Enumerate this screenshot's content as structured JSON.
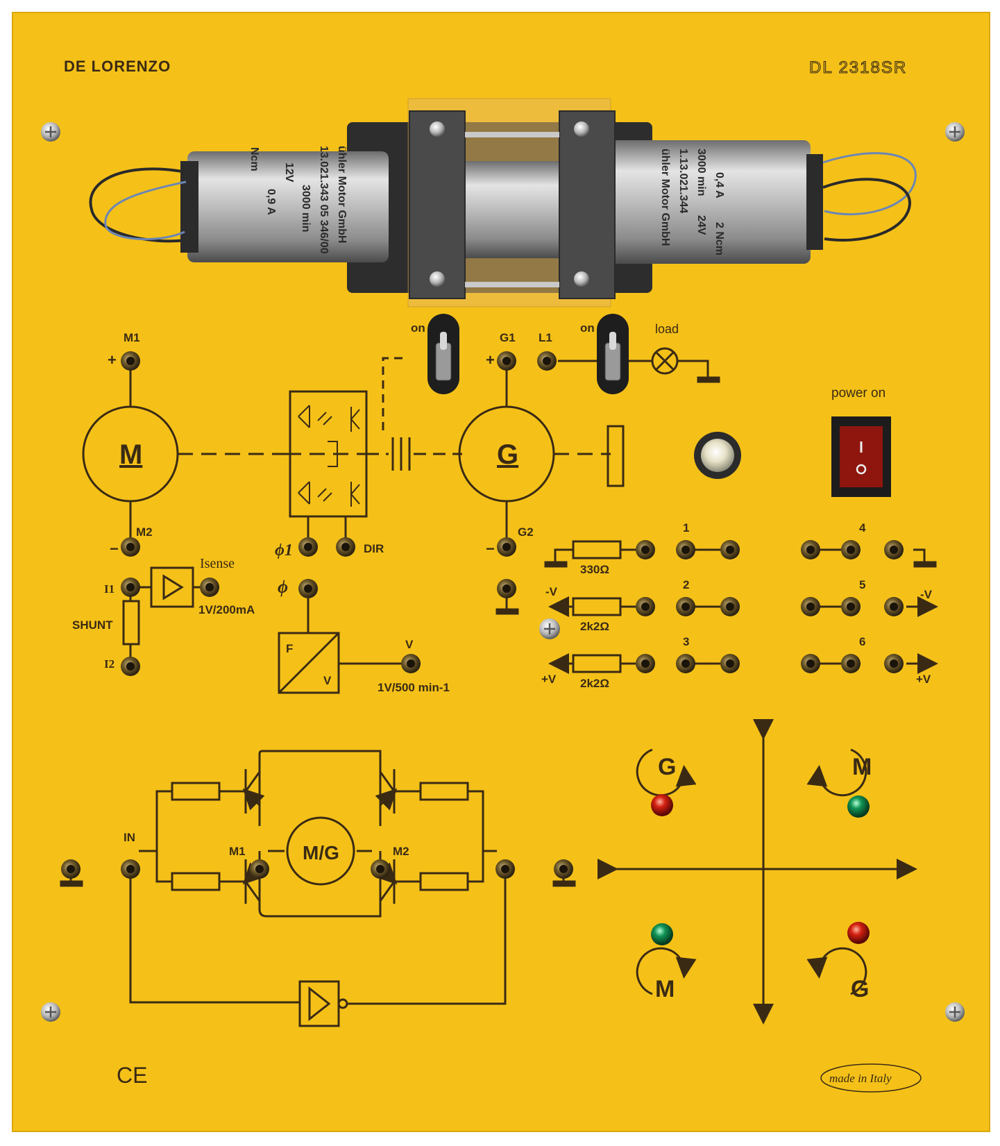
{
  "brand": {
    "maker": "DE LORENZO",
    "model": "DL 2318SR"
  },
  "motors": {
    "left_label_lines": [
      "ühler Motor GmbH",
      "13.021.343 05   346/00",
      "3000 min",
      "12V",
      "0,9 A",
      "Ncm"
    ],
    "right_label_lines": [
      "ühler Motor GmbH",
      "1.13.021.344",
      "3000 min",
      "0,4 A",
      "24V",
      "2 Ncm"
    ]
  },
  "labels": {
    "m1": "M1",
    "m2": "M2",
    "g1": "G1",
    "g2": "G2",
    "l1": "L1",
    "on_left": "on",
    "on_right": "on",
    "load": "load",
    "power_on": "power on",
    "motor_symbol": "M",
    "gen_symbol": "G",
    "phi1": "ϕ1",
    "dir": "DIR",
    "phi": "ϕ",
    "i1": "I1",
    "i2": "I2",
    "shunt": "SHUNT",
    "isense": "Isense",
    "isense_scale": "1V/200mA",
    "fv_f": "F",
    "fv_v": "V",
    "v_out": "V",
    "fv_scale": "1V/500 min-1",
    "r1": "330Ω",
    "r2": "2k2Ω",
    "r3": "2k2Ω",
    "minus_v_left": "-V",
    "plus_v_left": "+V",
    "minus_v_right": "-V",
    "plus_v_right": "+V",
    "n1": "1",
    "n2": "2",
    "n3": "3",
    "n4": "4",
    "n5": "5",
    "n6": "6",
    "plus_m1": "+",
    "minus_m2": "−",
    "plus_g1": "+",
    "minus_g2": "−",
    "in": "IN",
    "bridge_m1": "M1",
    "bridge_m2": "M2",
    "mg": "M/G",
    "q_g_tl": "G",
    "q_m_tr": "M",
    "q_m_bl": "M",
    "q_g_br": "G",
    "ce": "CE",
    "made_in": "made in Italy"
  },
  "colors": {
    "panel": "#f5c118",
    "ink": "#3a2a14",
    "led_red": "#c0140c",
    "led_green": "#0f8a4a",
    "switch_red": "#b11a10"
  },
  "icons": [
    "screw-icon",
    "banana-socket-icon",
    "toggle-switch-icon",
    "lamp-icon",
    "led-icon",
    "rocker-switch-icon",
    "ground-icon",
    "amplifier-icon",
    "rotation-arrow-icon"
  ]
}
